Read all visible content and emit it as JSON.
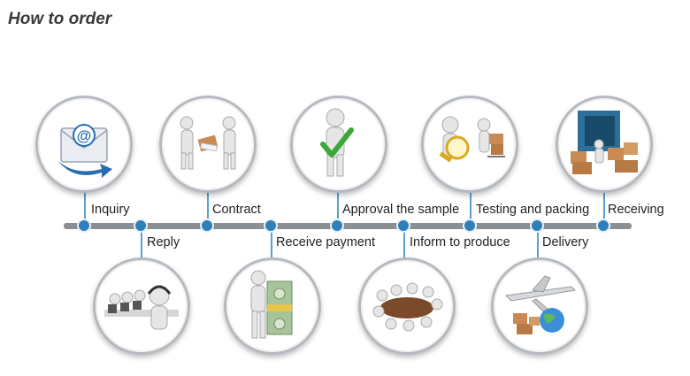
{
  "heading": "How to order",
  "steps": [
    {
      "label": "Inquiry",
      "icon": "email-icon"
    },
    {
      "label": "Reply",
      "icon": "call-center-icon"
    },
    {
      "label": "Contract",
      "icon": "handshake-contract-icon"
    },
    {
      "label": "Receive payment",
      "icon": "money-icon"
    },
    {
      "label": "Approval the sample",
      "icon": "approval-check-icon"
    },
    {
      "label": "Inform to produce",
      "icon": "meeting-table-icon"
    },
    {
      "label": "Testing and packing",
      "icon": "magnifier-packing-icon"
    },
    {
      "label": "Delivery",
      "icon": "airplane-globe-icon"
    },
    {
      "label": "Receiving",
      "icon": "container-boxes-icon"
    }
  ],
  "colors": {
    "dot": "#2f7fba",
    "line": "#8a8f94",
    "ring": "#b5bac0",
    "accent": "#2a6db3"
  }
}
